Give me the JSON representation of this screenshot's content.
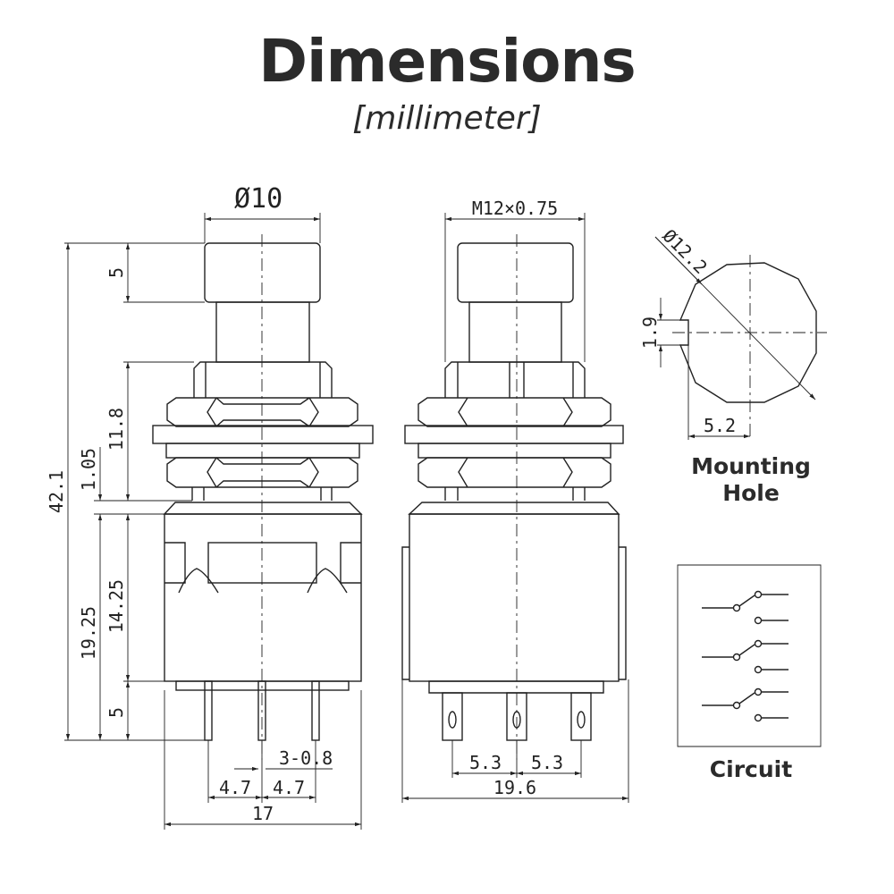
{
  "header": {
    "title": "Dimensions",
    "subtitle": "[millimeter]"
  },
  "side_view": {
    "top_diameter": "Ø10",
    "total_height": "42.1",
    "cap_height": "5",
    "bushing_height": "11.8",
    "flange": "1.05",
    "body_height": "14.25",
    "body_with_pins": "19.25",
    "pin_length": "5",
    "pin_spec": "3-0.8",
    "pin_pitch_left": "4.7",
    "pin_pitch_right": "4.7",
    "width": "17"
  },
  "front_view": {
    "thread": "M12×0.75",
    "terminal_pitch_left": "5.3",
    "terminal_pitch_right": "5.3",
    "width": "19.6"
  },
  "mounting_hole": {
    "diameter": "Ø12.2",
    "key_width": "1.9",
    "key_offset": "5.2",
    "label_line1": "Mounting",
    "label_line2": "Hole"
  },
  "circuit": {
    "label": "Circuit",
    "poles": 3
  }
}
